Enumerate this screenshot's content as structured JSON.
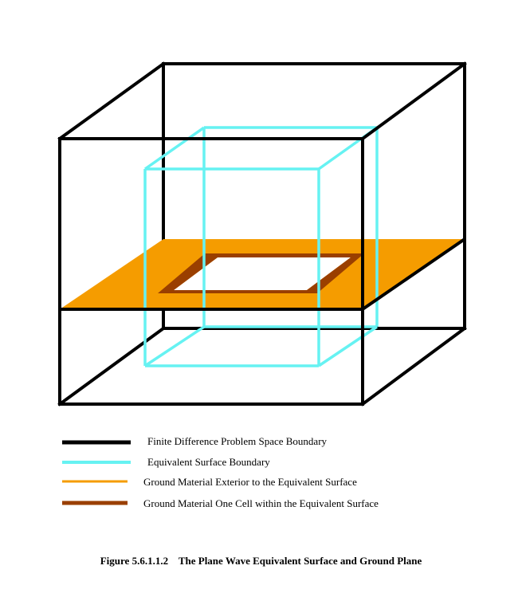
{
  "colors": {
    "problem_space_boundary": "#000000",
    "equivalent_surface_boundary": "#66f2f2",
    "ground_exterior": "#f59c00",
    "ground_one_cell": "#9a3f00",
    "background": "#ffffff"
  },
  "legend": [
    {
      "label": "Finite Difference Problem Space Boundary",
      "color_key": "problem_space_boundary"
    },
    {
      "label": "Equivalent Surface Boundary",
      "color_key": "equivalent_surface_boundary"
    },
    {
      "label": "Ground Material Exterior to the Equivalent Surface",
      "color_key": "ground_exterior"
    },
    {
      "label": "Ground Material One Cell within the Equivalent Surface",
      "color_key": "ground_one_cell"
    }
  ],
  "caption": "Figure 5.6.1.1.2    The Plane Wave Equivalent Surface and Ground Plane"
}
